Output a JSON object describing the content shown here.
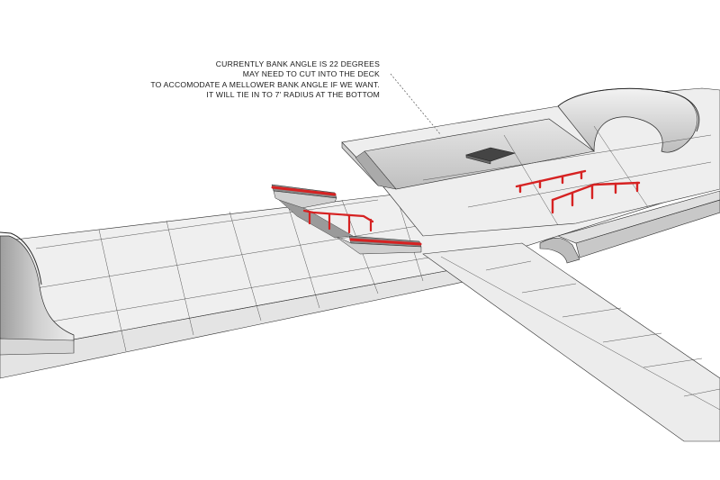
{
  "annotation": {
    "lines": [
      "CURRENTLY BANK ANGLE IS 22 DEGREES",
      "MAY NEED TO CUT INTO THE DECK",
      "TO ACCOMODATE A MELLOWER BANK ANGLE IF WE WANT.",
      "IT WILL TIE IN TO 7' RADIUS AT THE BOTTOM"
    ]
  },
  "colors": {
    "background": "#ffffff",
    "deck": "#eeeeee",
    "deck_dark": "#dddddd",
    "bank": "#cfcfcf",
    "bank_shadow": "#a9a9a9",
    "edge": "#2b2b2b",
    "rail": "#d62222",
    "rail_dark": "#7a0d0d",
    "box_top": "#444444"
  }
}
